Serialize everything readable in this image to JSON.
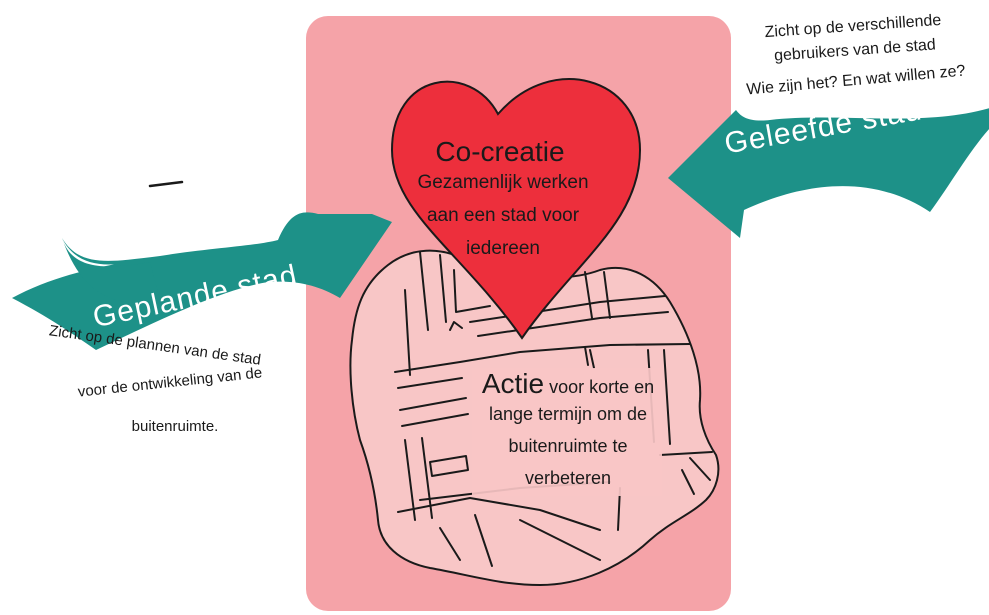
{
  "colors": {
    "board": "#f5a3a8",
    "heart": "#ed2f3c",
    "arrow": "#1d9188",
    "map_fill": "#f8c6c6",
    "ink": "#1a1a1a"
  },
  "heart": {
    "title": "Co-creatie",
    "line1": "Gezamenlijk werken",
    "line2": "aan een stad voor",
    "line3": "iedereen"
  },
  "geleefde": {
    "arrow_label": "Geleefde stad",
    "note_line1": "Zicht op de verschillende",
    "note_line2": "gebruikers van de stad",
    "note_line3": "Wie zijn het? En wat willen ze?"
  },
  "geplande": {
    "arrow_label": "Geplande stad",
    "note_line1": "Zicht op de plannen van de stad",
    "note_line2": "voor de ontwikkeling van de",
    "note_line3": "buitenruimte."
  },
  "actie": {
    "title": "Actie",
    "line1_rest": " voor korte en",
    "line2": "lange termijn om de",
    "line3": "buitenruimte te",
    "line4": "verbeteren"
  }
}
